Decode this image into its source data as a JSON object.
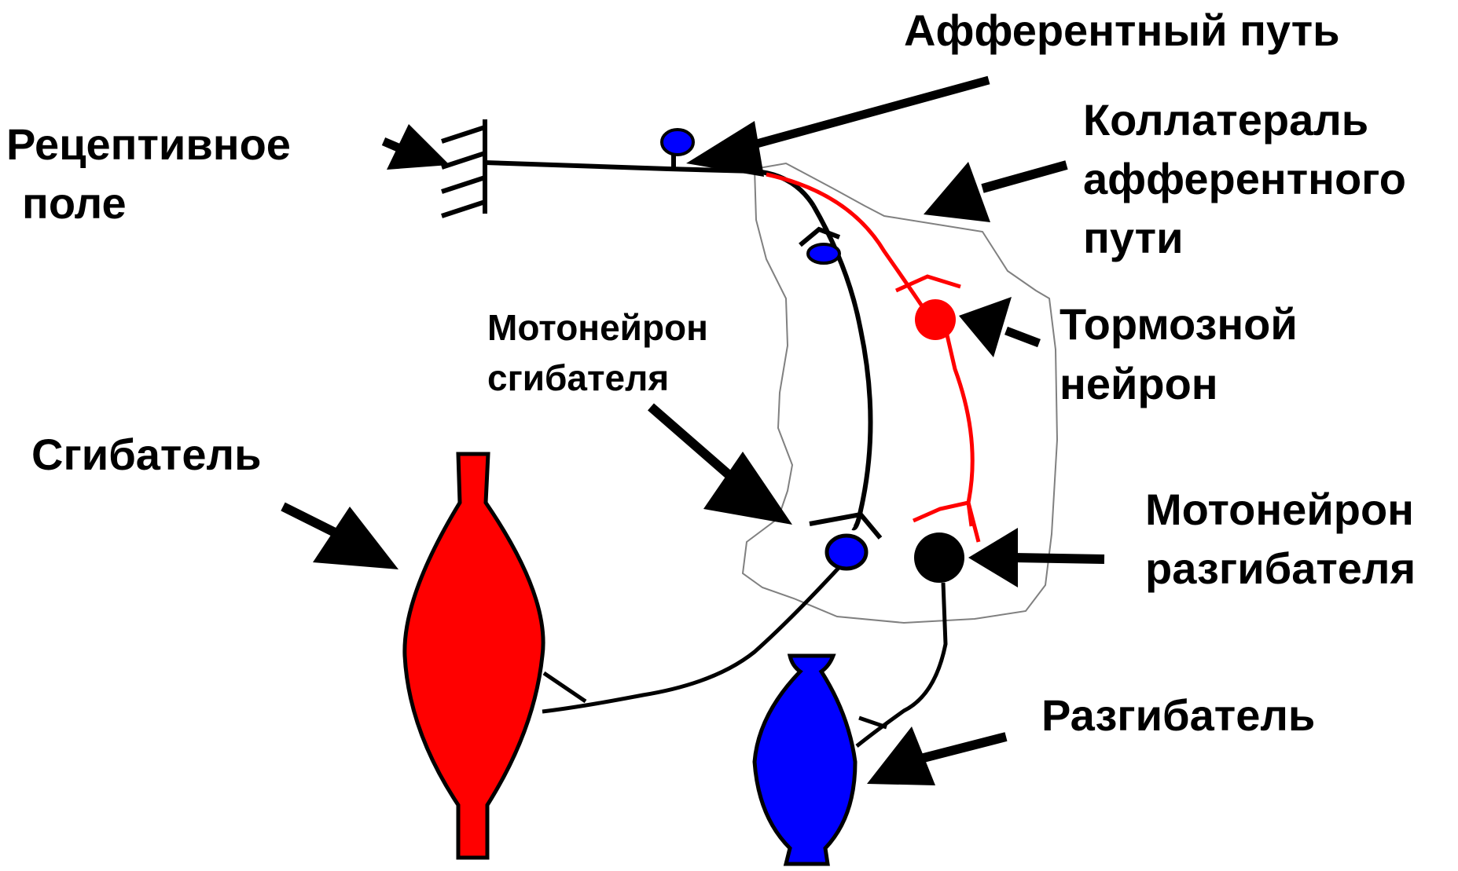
{
  "labels": {
    "afferent_path": "Афферентный путь",
    "receptive_field_line1": "Рецептивное",
    "receptive_field_line2": "поле",
    "collateral_line1": "Коллатераль",
    "collateral_line2": "афферентного",
    "collateral_line3": "пути",
    "inhibitory_line1": "Тормозной",
    "inhibitory_line2": "нейрон",
    "flexor_motoneuron_line1": "Мотонейрон",
    "flexor_motoneuron_line2": "сгибателя",
    "flexor": "Сгибатель",
    "extensor_motoneuron_line1": "Мотонейрон",
    "extensor_motoneuron_line2": "разгибателя",
    "extensor": "Разгибатель"
  },
  "colors": {
    "excitatory": "#000000",
    "inhibitory": "#ff0000",
    "flexor_muscle": "#ff0000",
    "extensor_muscle": "#0000ff",
    "neuron_body_blue": "#0000ff",
    "spinal_outline": "#808080"
  }
}
